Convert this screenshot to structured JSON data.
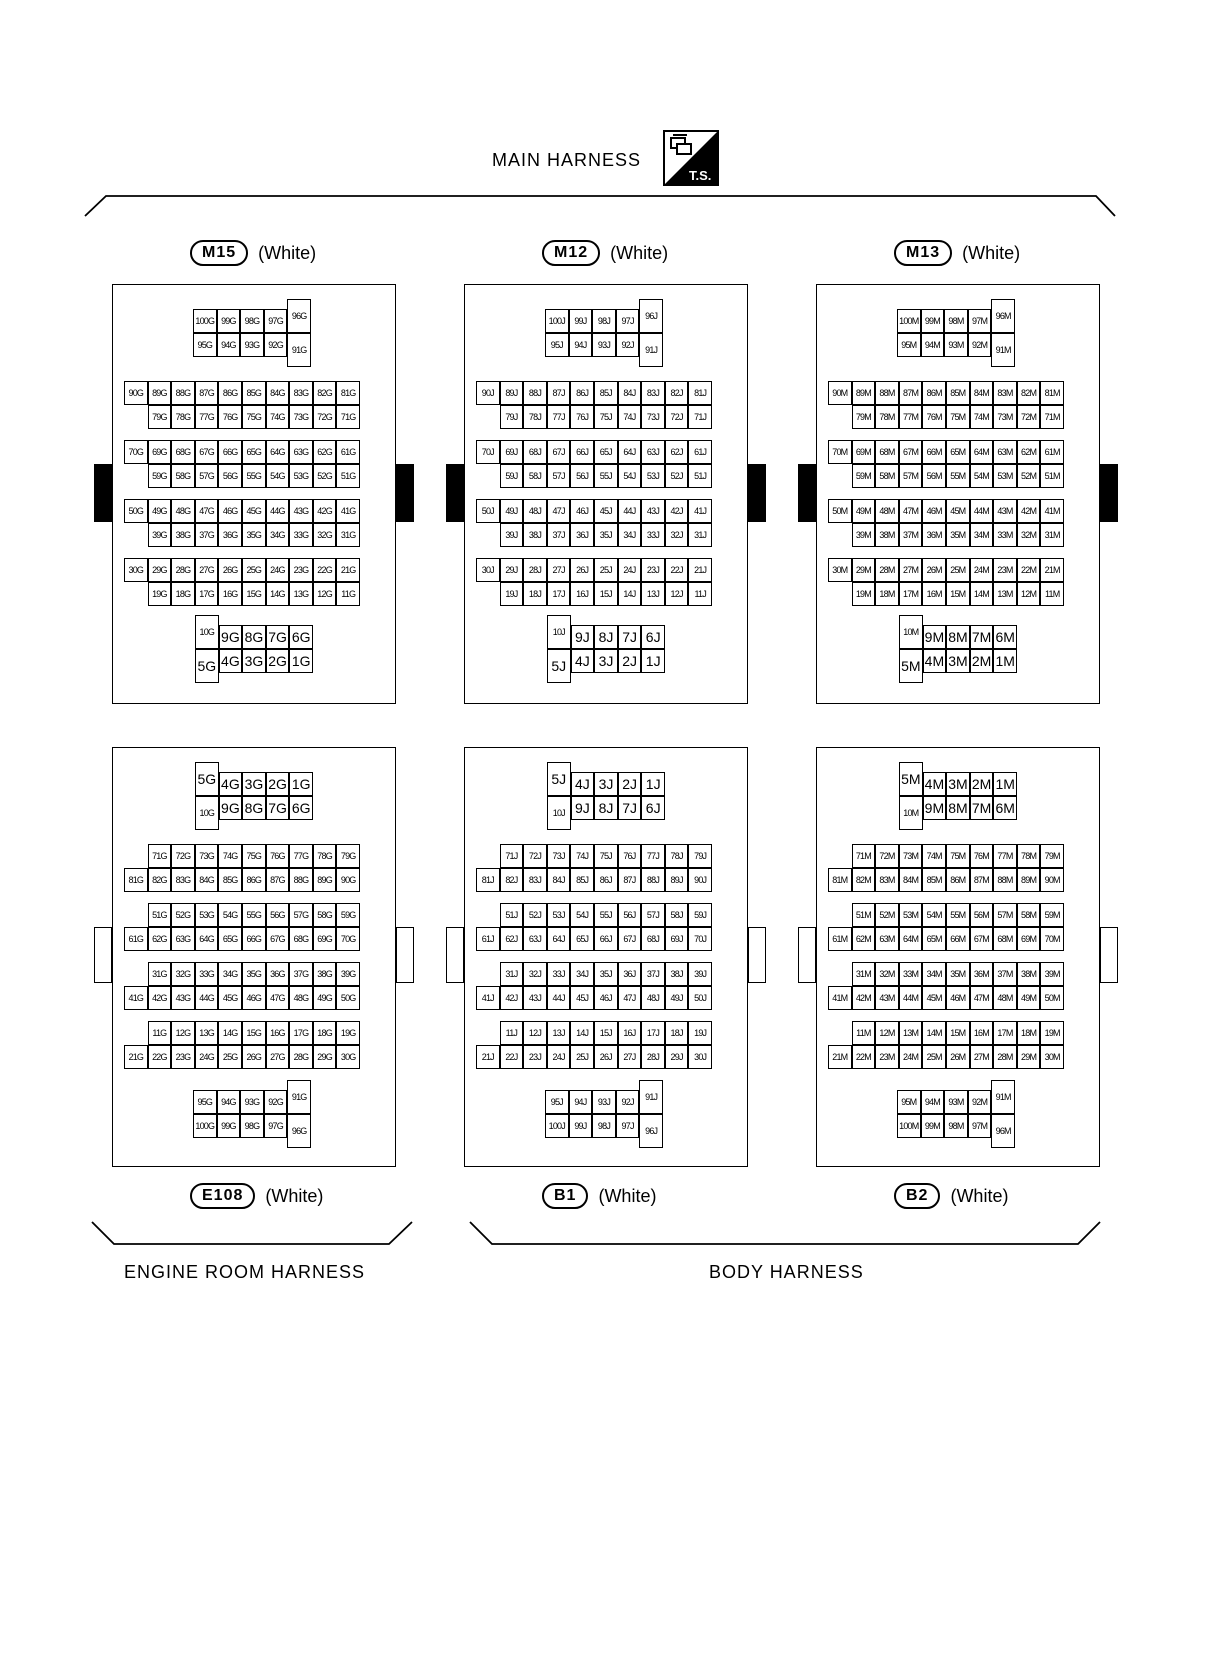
{
  "header": {
    "title": "MAIN HARNESS",
    "icon": "ts-icon",
    "icon_text": "T.S."
  },
  "footer": {
    "left": "ENGINE ROOM HARNESS",
    "right": "BODY HARNESS"
  },
  "connectors": [
    {
      "id": "M15",
      "color": "(White)",
      "suffix": "G",
      "layout": "M"
    },
    {
      "id": "M12",
      "color": "(White)",
      "suffix": "J",
      "layout": "M"
    },
    {
      "id": "M13",
      "color": "(White)",
      "suffix": "M",
      "layout": "M"
    },
    {
      "id": "E108",
      "color": "(White)",
      "suffix": "G",
      "layout": "F"
    },
    {
      "id": "B1",
      "color": "(White)",
      "suffix": "J",
      "layout": "F"
    },
    {
      "id": "B2",
      "color": "(White)",
      "suffix": "M",
      "layout": "F"
    }
  ]
}
